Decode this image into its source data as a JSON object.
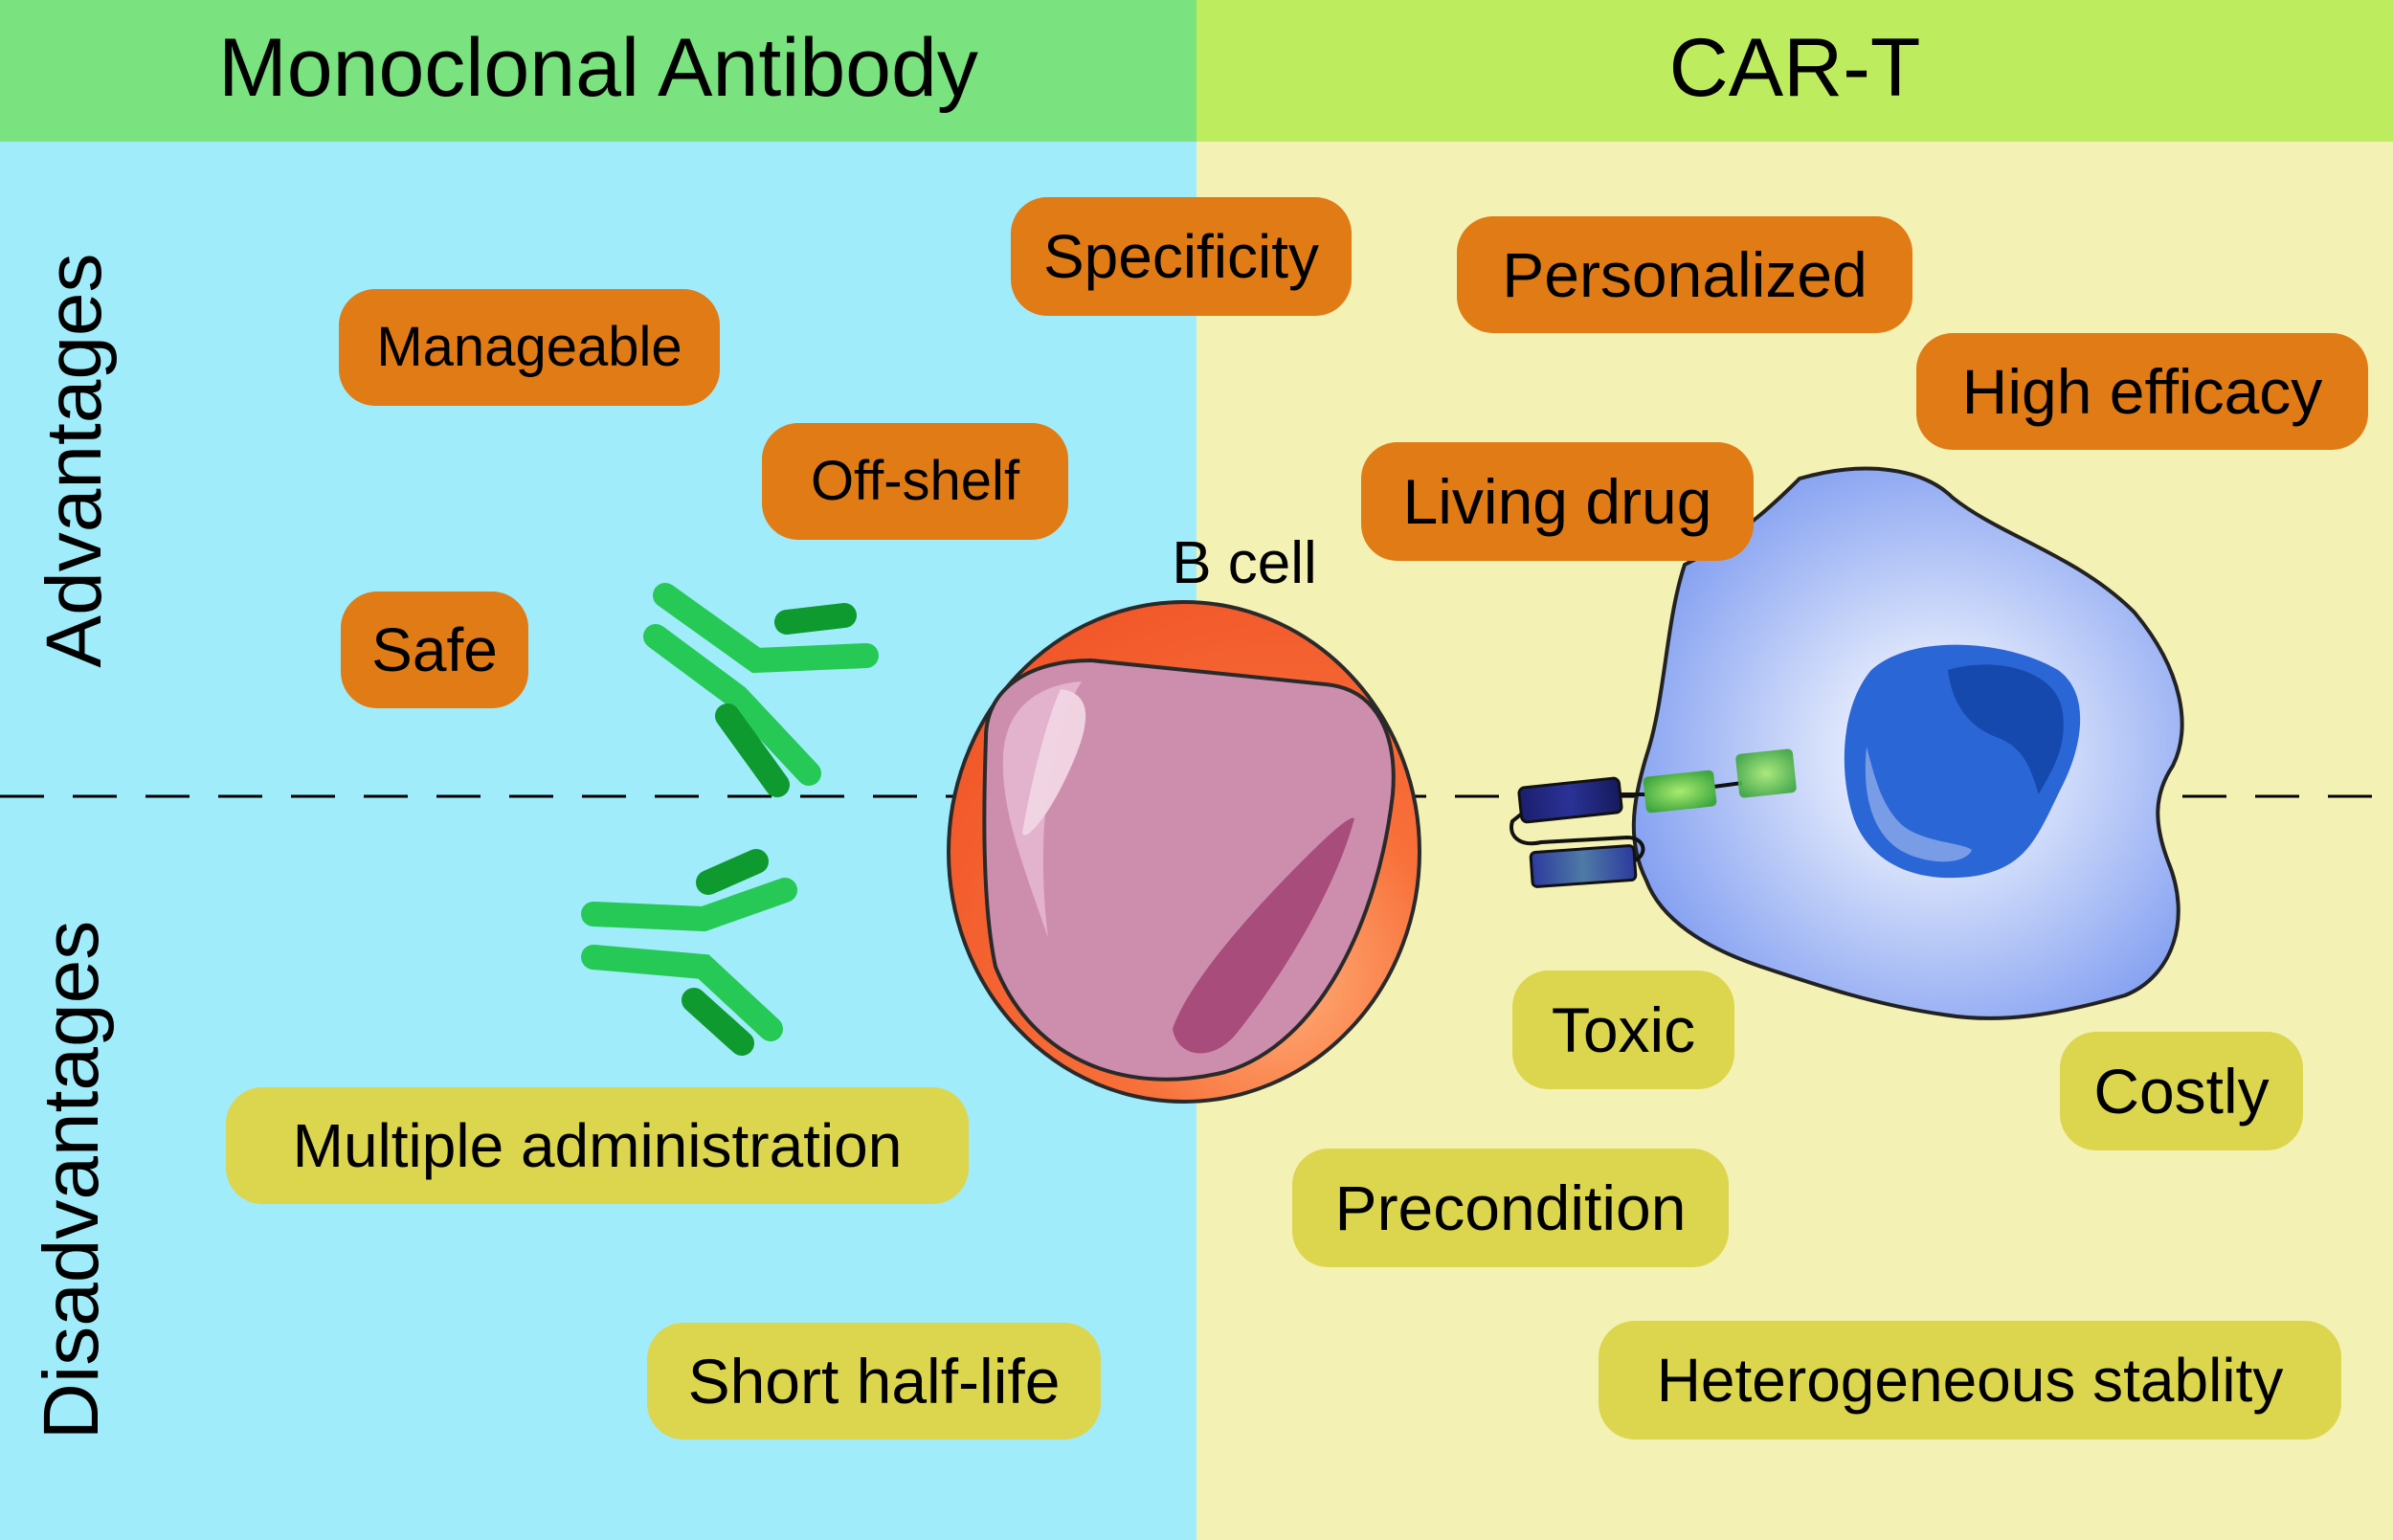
{
  "headers": {
    "left": "Monoclonal Antibody",
    "right": "CAR-T"
  },
  "row_labels": {
    "advantages": "Advantages",
    "disadvantages": "Disadvantages"
  },
  "cell_label": "B cell",
  "antibody_advantages": [
    "Manageable",
    "Off-shelf",
    "Safe",
    "Specificity"
  ],
  "cart_advantages": [
    "Personalized",
    "High efficacy",
    "Living drug"
  ],
  "antibody_disadvantages": [
    "Multiple administration",
    "Short half-life"
  ],
  "cart_disadvantages": [
    "Toxic",
    "Costly",
    "Precondition",
    "Heterogeneous stablity"
  ],
  "colors": {
    "left_header": "#7ae27f",
    "right_header": "#bdec5e",
    "left_panel": "#a1ecfa",
    "right_panel": "#f4f1b4",
    "advantage_pill": "#e07b16",
    "disadvantage_pill": "#dcd54e"
  },
  "icons": [
    "antibody-icon",
    "b-cell-icon",
    "car-t-cell-icon",
    "car-receptor-icon"
  ]
}
